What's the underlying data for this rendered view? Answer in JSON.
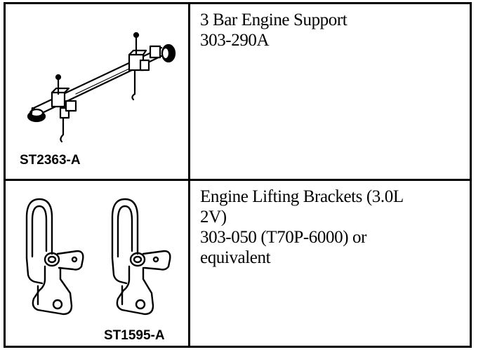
{
  "tools": [
    {
      "art_id": "ST2363-A",
      "name": "3 Bar Engine Support",
      "part_number": "303-290A",
      "illustration": "engine-support-bar-illustration"
    },
    {
      "art_id": "ST1595-A",
      "name_line1": "Engine Lifting Brackets (3.0L",
      "name_line2": "2V)",
      "part_number": "303-050 (T70P-6000) or",
      "part_number_suffix": "equivalent",
      "illustration": "lifting-bracket-illustration"
    }
  ]
}
